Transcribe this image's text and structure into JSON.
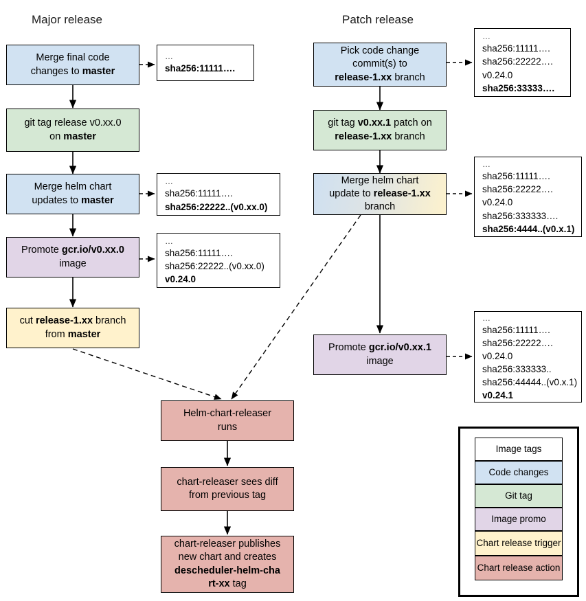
{
  "columns": {
    "major_title": "Major release",
    "patch_title": "Patch release"
  },
  "nodes": {
    "merge_final_code": {
      "line1": "Merge final code",
      "line2_pre": "changes to ",
      "line2_bold": "master"
    },
    "git_tag_release": {
      "line1": "git tag release v0.xx.0",
      "line2_pre": "on ",
      "line2_bold": "master"
    },
    "merge_helm_master": {
      "line1": "Merge helm chart",
      "line2_pre": "updates to ",
      "line2_bold": "master"
    },
    "promote_image_major": {
      "line1_pre": "Promote ",
      "line1_bold": "gcr.io/v0.xx.0",
      "line2": "image"
    },
    "cut_release_branch": {
      "line1_pre": "cut ",
      "line1_bold": "release-1.xx",
      "line1_post": " branch",
      "line2_pre": "from ",
      "line2_bold": "master"
    },
    "pick_code_change": {
      "line1": "Pick code change",
      "line2": "commit(s) to",
      "line3_bold": "release-1.xx",
      "line3_post": " branch"
    },
    "git_tag_patch": {
      "line1_pre": "git tag ",
      "line1_bold": "v0.xx.1",
      "line1_post": " patch on",
      "line2_bold": "release-1.xx",
      "line2_post": " branch"
    },
    "merge_helm_release": {
      "line1": "Merge helm chart",
      "line2_pre": "update to ",
      "line2_bold": "release-1.xx",
      "line3": "branch"
    },
    "promote_image_patch": {
      "line1_pre": "Promote ",
      "line1_bold": "gcr.io/v0.xx.1",
      "line2": "image"
    },
    "chart_releaser_runs": {
      "line1": "Helm-chart-releaser",
      "line2": "runs"
    },
    "chart_releaser_diff": {
      "line1": "chart-releaser sees diff",
      "line2": "from previous tag"
    },
    "chart_releaser_publishes": {
      "line1": "chart-releaser publishes",
      "line2": "new chart and creates",
      "line3_bold": "descheduler-helm-cha",
      "line4_bold": "rt-xx",
      "line4_post": " tag"
    }
  },
  "tagboxes": {
    "tag_a": {
      "dots": "…",
      "lines": [
        {
          "text": "sha256:11111….",
          "bold": true
        }
      ]
    },
    "tag_b": {
      "dots": "…",
      "lines": [
        {
          "text": "sha256:11111….",
          "bold": false
        },
        {
          "text": "sha256:22222..(v0.xx.0)",
          "bold": true
        }
      ]
    },
    "tag_c": {
      "dots": "…",
      "lines": [
        {
          "text": "sha256:11111….",
          "bold": false
        },
        {
          "text": "sha256:22222..(v0.xx.0)",
          "bold": false
        },
        {
          "text": "v0.24.0",
          "bold": true
        }
      ]
    },
    "tag_d": {
      "dots": "…",
      "lines": [
        {
          "text": "sha256:11111….",
          "bold": false
        },
        {
          "text": "sha256:22222….",
          "bold": false
        },
        {
          "text": "v0.24.0",
          "bold": false
        },
        {
          "text": "sha256:33333….",
          "bold": true
        }
      ]
    },
    "tag_e": {
      "dots": "…",
      "lines": [
        {
          "text": "sha256:11111….",
          "bold": false
        },
        {
          "text": "sha256:22222….",
          "bold": false
        },
        {
          "text": "v0.24.0",
          "bold": false
        },
        {
          "text": "sha256:333333….",
          "bold": false
        },
        {
          "text": "sha256:4444..(v0.x.1)",
          "bold": true
        }
      ]
    },
    "tag_f": {
      "dots": "…",
      "lines": [
        {
          "text": "sha256:11111….",
          "bold": false
        },
        {
          "text": "sha256:22222….",
          "bold": false
        },
        {
          "text": "v0.24.0",
          "bold": false
        },
        {
          "text": "sha256:333333..",
          "bold": false
        },
        {
          "text": "sha256:44444..(v0.x.1)",
          "bold": false
        },
        {
          "text": "v0.24.1",
          "bold": true
        }
      ]
    }
  },
  "legend": {
    "items": [
      {
        "label": "Image tags",
        "color": "#ffffff"
      },
      {
        "label": "Code changes",
        "color": "#d1e2f2"
      },
      {
        "label": "Git tag",
        "color": "#d5e8d4"
      },
      {
        "label": "Image promo",
        "color": "#e1d5e7"
      },
      {
        "label": "Chart release trigger",
        "color": "#fff2cc"
      },
      {
        "label": "Chart release action",
        "color": "#e5b3ad"
      }
    ]
  },
  "colors": {
    "code_changes": "#d1e2f2",
    "git_tag": "#d5e8d4",
    "image_promo": "#e1d5e7",
    "chart_release_trigger": "#fff2cc",
    "chart_release_action": "#e5b3ad",
    "stroke": "#000000",
    "background": "#ffffff"
  }
}
